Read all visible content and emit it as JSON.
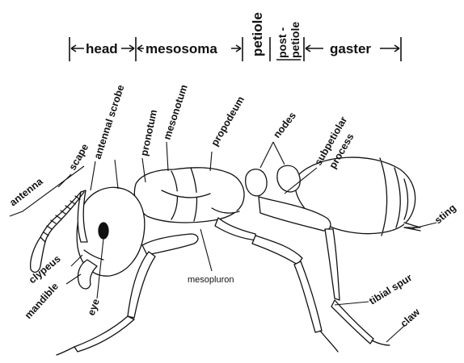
{
  "segments": {
    "head": "head",
    "mesosoma": "mesosoma",
    "petiole": "petiole",
    "postpetiole_1": "post -",
    "postpetiole_2": "petiole",
    "gaster": "gaster"
  },
  "labels": {
    "antenna": "antenna",
    "scape": "scape",
    "antennal_scrobe": "antennal scrobe",
    "pronotum": "pronotum",
    "mesonotum": "mesonotum",
    "propodeum": "propodeum",
    "nodes": "nodes",
    "subpetiolar_1": "subpetiolar",
    "subpetiolar_2": "process",
    "sting": "sting",
    "clypeus": "clypeus",
    "mandible": "mandible",
    "eye": "eye",
    "mesopluron": "mesopluron",
    "tibial_spur": "tibial spur",
    "claw": "claw"
  },
  "colors": {
    "ink": "#111111",
    "background": "#ffffff"
  }
}
